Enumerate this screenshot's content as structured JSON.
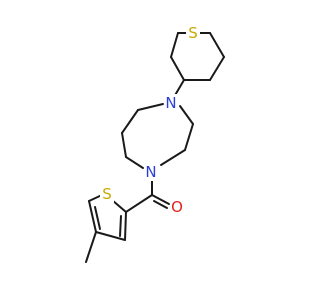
{
  "molecule": {
    "atoms": {
      "s_ring": {
        "symbol": "S",
        "color": "#c8a800"
      },
      "n_top": {
        "symbol": "N",
        "color": "#2a3fd6"
      },
      "n_bottom": {
        "symbol": "N",
        "color": "#2a3fd6"
      },
      "o_carbonyl": {
        "symbol": "O",
        "color": "#e0241b"
      },
      "s_thiophene": {
        "symbol": "S",
        "color": "#c8a800"
      }
    },
    "bond_color": "#1a1a1a"
  }
}
